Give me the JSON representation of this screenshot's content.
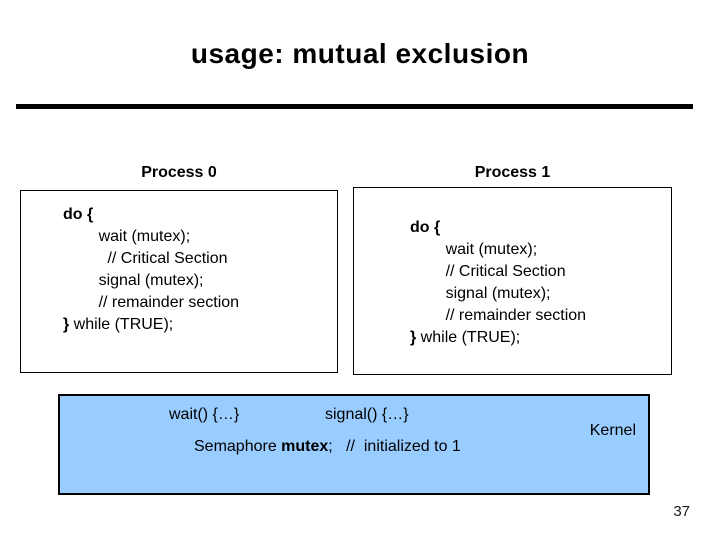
{
  "slide": {
    "title": "usage: mutual exclusion",
    "page_number": "37"
  },
  "colors": {
    "kernel_fill": "#99CCFF",
    "border": "#000000",
    "text": "#000000"
  },
  "process0": {
    "label": "Process 0",
    "code": [
      [
        {
          "t": "do {",
          "b": true
        }
      ],
      [
        {
          "t": "        wait (mutex);",
          "b": false
        }
      ],
      [
        {
          "t": "          // Critical Section",
          "b": false
        }
      ],
      [
        {
          "t": "        signal (mutex);",
          "b": false
        }
      ],
      [
        {
          "t": "        // remainder section",
          "b": false
        }
      ],
      [
        {
          "t": "}",
          "b": true
        },
        {
          "t": " while (TRUE);",
          "b": false
        }
      ]
    ]
  },
  "process1": {
    "label": "Process 1",
    "code": [
      [
        {
          "t": "do {",
          "b": true
        }
      ],
      [
        {
          "t": "        wait (mutex);",
          "b": false
        }
      ],
      [
        {
          "t": "        // Critical Section",
          "b": false
        }
      ],
      [
        {
          "t": "        signal (mutex);",
          "b": false
        }
      ],
      [
        {
          "t": "        // remainder section",
          "b": false
        }
      ],
      [
        {
          "t": "}",
          "b": true
        },
        {
          "t": " while (TRUE);",
          "b": false
        }
      ]
    ]
  },
  "kernel": {
    "wait_label": "wait() {…}",
    "signal_label": "signal() {…}",
    "name_label": "Kernel",
    "semaphore_line": [
      {
        "t": "Semaphore ",
        "b": false
      },
      {
        "t": "mutex",
        "b": true
      },
      {
        "t": ";   //  initialized to 1",
        "b": false
      }
    ]
  }
}
